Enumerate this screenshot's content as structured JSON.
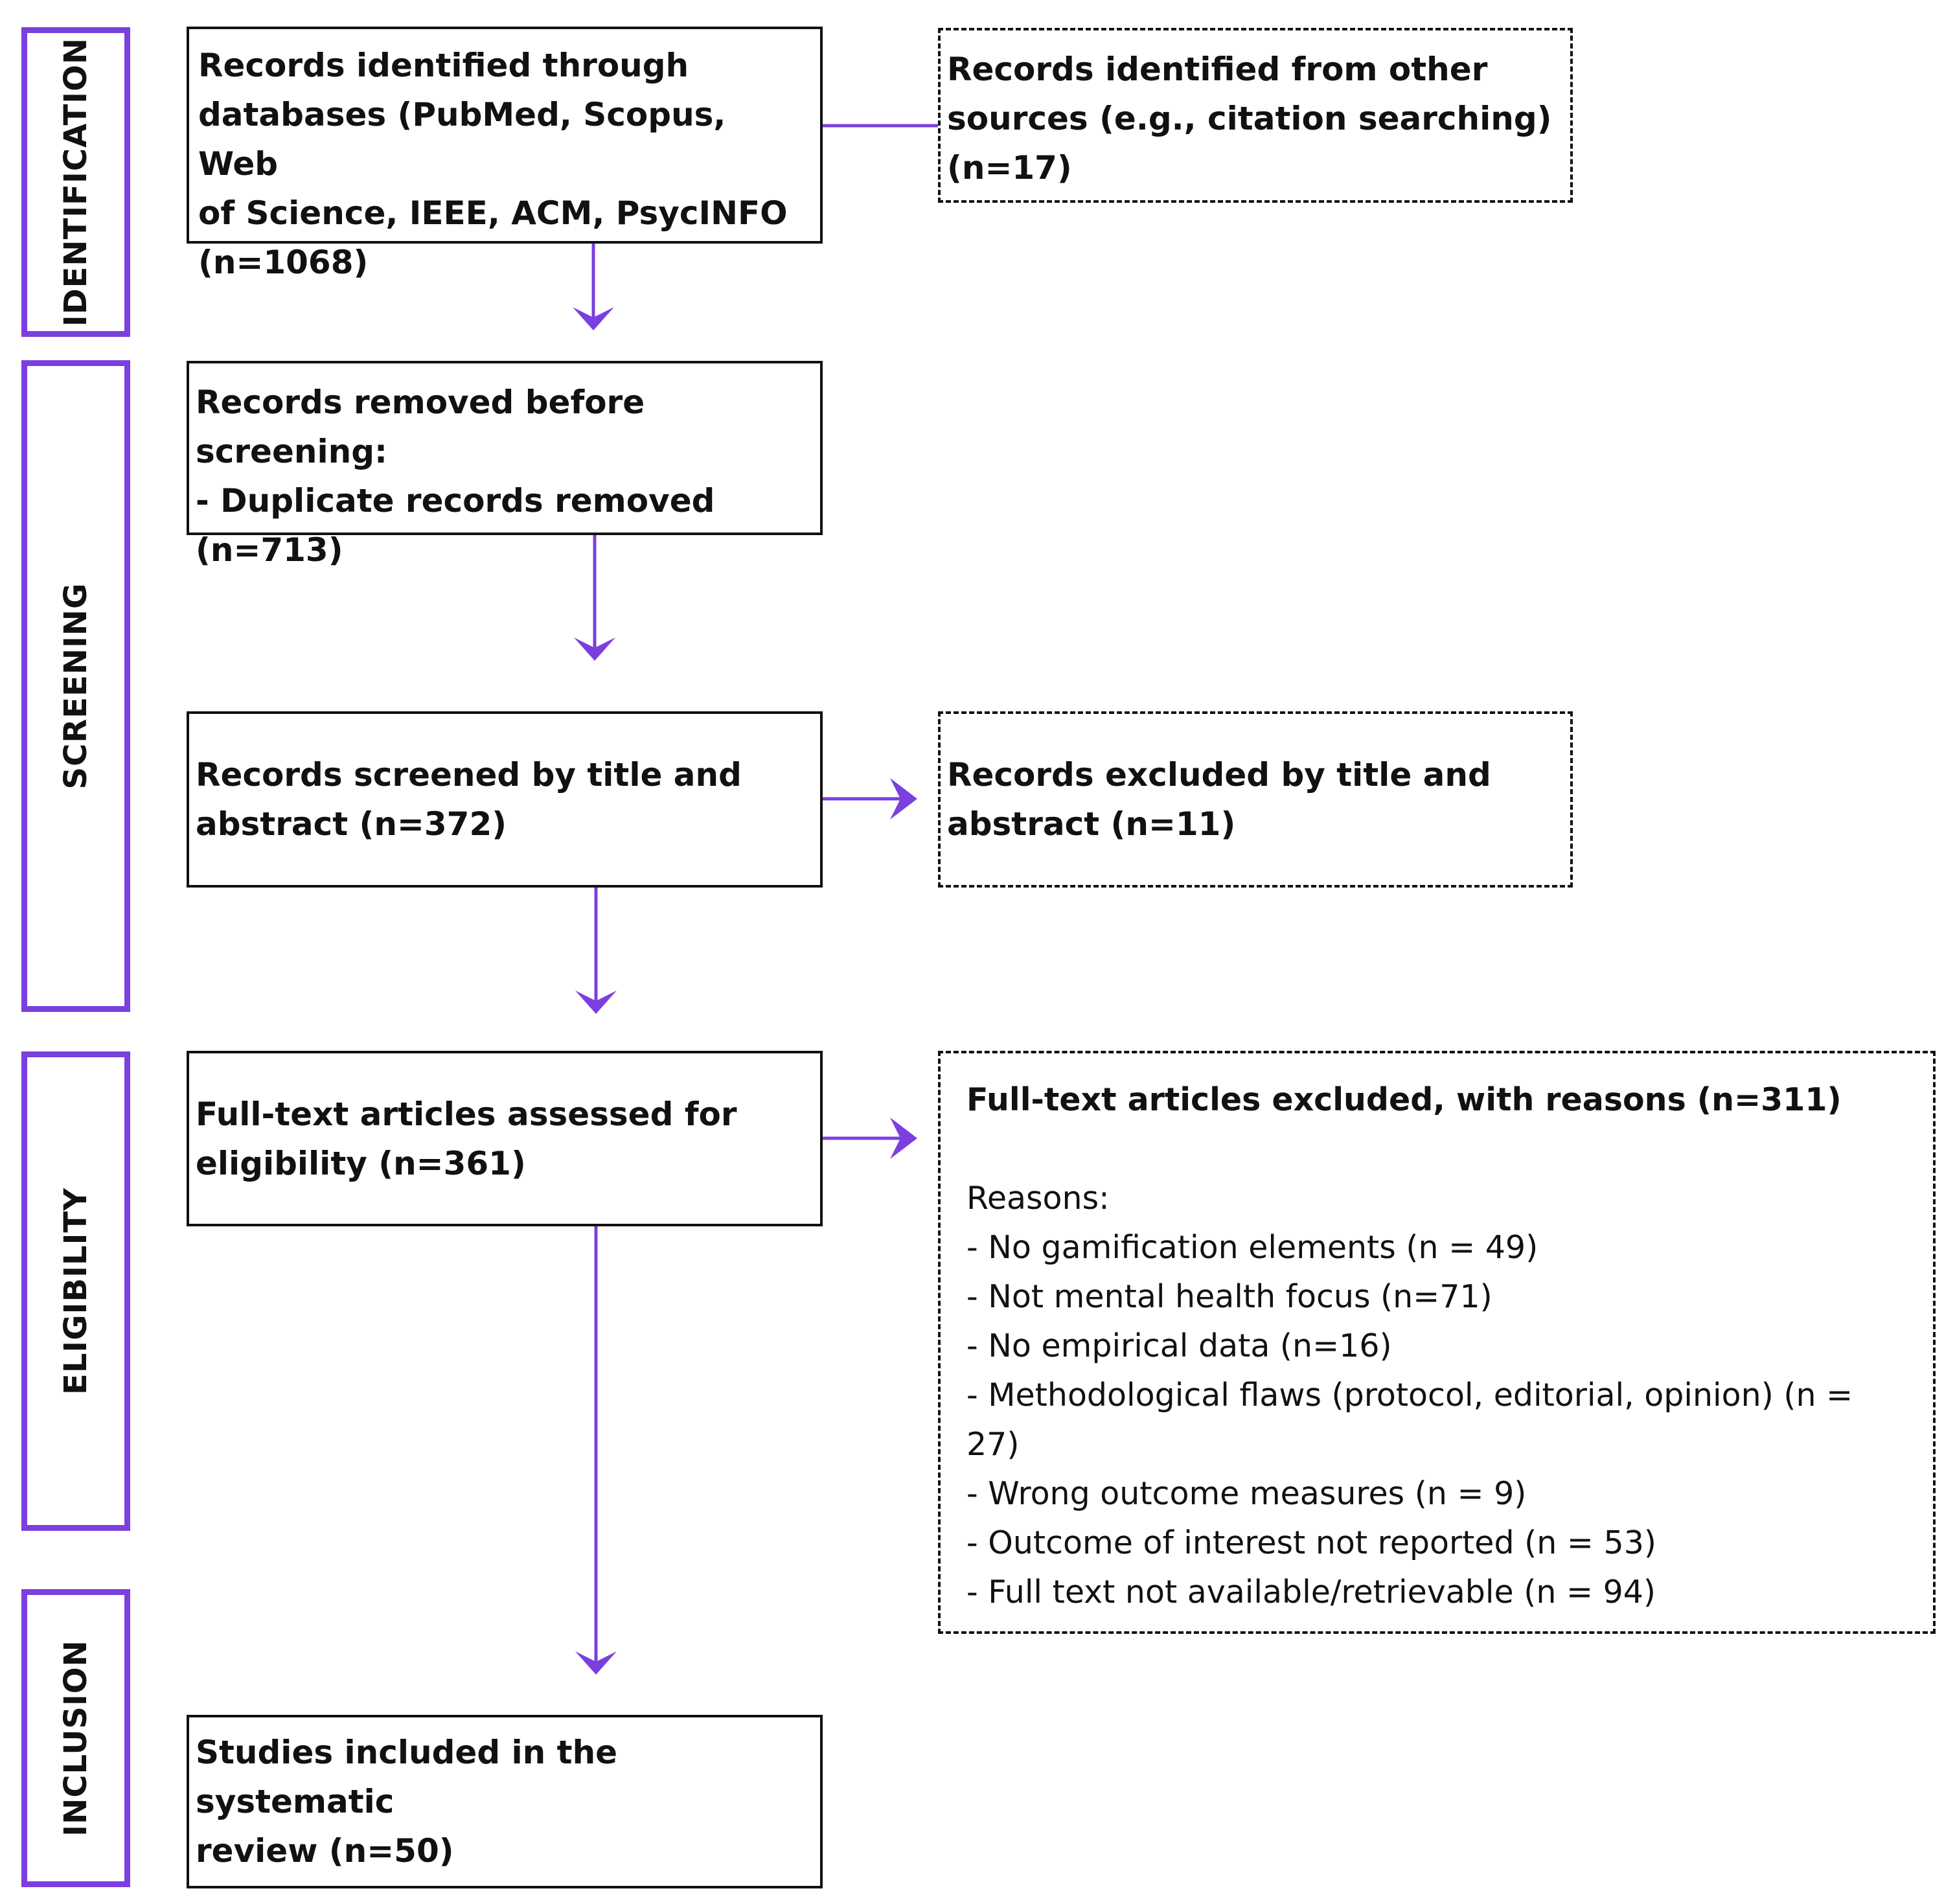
{
  "colors": {
    "accent": "#7b3fe0",
    "box_border": "#111111",
    "text": "#111111",
    "background": "#ffffff"
  },
  "phases": [
    {
      "id": "identification",
      "label": "IDENTIFICATION"
    },
    {
      "id": "screening",
      "label": "SCREENING"
    },
    {
      "id": "eligibility",
      "label": "ELIGIBILITY"
    },
    {
      "id": "inclusion",
      "label": "INCLUSION"
    }
  ],
  "boxes": {
    "identified_databases": "Records identified through\ndatabases (PubMed, Scopus, Web\nof Science, IEEE, ACM, PsycINFO\n(n=1068)",
    "identified_other": "Records identified from other\nsources (e.g., citation searching)\n(n=17)",
    "removed_before_screening": "Records removed before screening:\n- Duplicate records removed\n(n=713)",
    "screened": "Records screened by title and\nabstract (n=372)",
    "excluded_title_abstract": "Records excluded by title and\nabstract (n=11)",
    "fulltext_assessed": "Full-text articles assessed for\neligibility (n=361)",
    "included": "Studies included in the systematic\nreview (n=50)"
  },
  "fulltext_excluded": {
    "title": "Full-text articles excluded, with reasons (n=311)",
    "reasons_label": "Reasons:",
    "reasons": [
      "- No gamification elements (n = 49)",
      "- Not mental health focus (n=71)",
      "- No empirical data (n=16)",
      "- Methodological flaws (protocol, editorial, opinion) (n = 27)",
      "- Wrong outcome measures (n = 9)",
      "- Outcome of interest not reported (n = 53)",
      "- Full text not available/retrievable (n = 94)"
    ]
  }
}
